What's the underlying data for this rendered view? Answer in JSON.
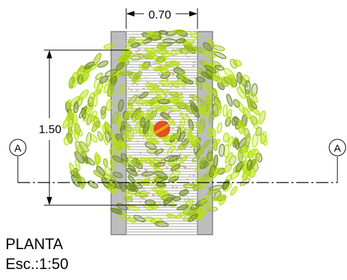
{
  "drawing": {
    "dimension_width": "0.70",
    "dimension_height": "1.50",
    "section_left": "A",
    "section_right": "A",
    "title": "PLANTA",
    "scale": "Esc.:1:50"
  },
  "colors": {
    "line": "#000000",
    "wall_fill": "#bdbdbd",
    "hatch": "#8a8a8a",
    "soil_dots": "#d9a27a",
    "leaf_light": "#b7e00f",
    "leaf_mid": "#9cc21a",
    "leaf_dark": "#6f8c22",
    "trunk": "#e0531f",
    "trunk_core": "#f2a01b"
  }
}
